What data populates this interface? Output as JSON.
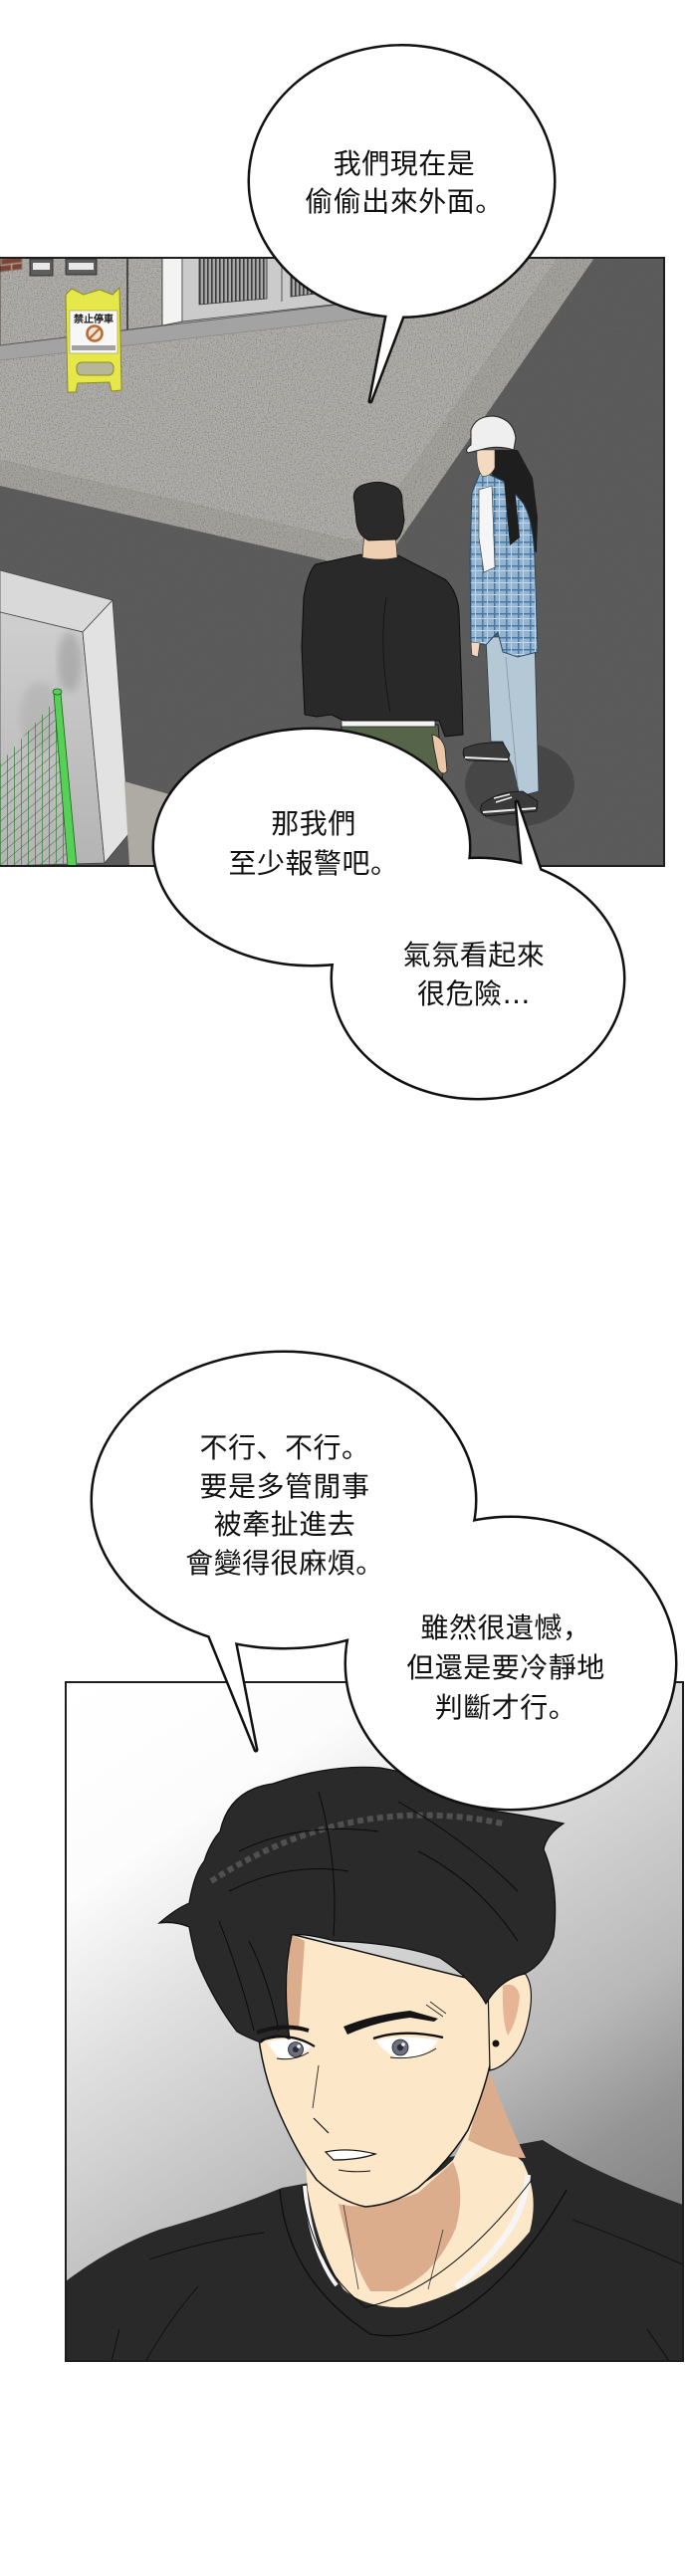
{
  "page": {
    "background": "#ffffff"
  },
  "colors": {
    "ink": "#111111",
    "bubble_fill": "#ffffff",
    "asphalt": "#5a5a5a",
    "sidewalk": "#b1afaa",
    "curb": "#a6a49e",
    "brick": "#7a4536",
    "sign_yellow": "#e5e74b",
    "fence_green": "#55d155",
    "concrete_block": "#c6c6c6",
    "plaid_blue": "#93b3cf",
    "jeans_blue": "#b5c8d6",
    "cap_white": "#efefef",
    "hair_black": "#2a2a2a",
    "sweatshirt_black": "#292929",
    "pants_olive": "#56644a",
    "skin": "#fde7c9",
    "skin_shadow": "#dcad8c",
    "iris_gray": "#6b6f80",
    "panel_border": "#1e1e1e"
  },
  "street_panel": {
    "sign": {
      "text": "禁止停車"
    }
  },
  "bubbles": [
    {
      "lines": [
        "我們現在是",
        "偷偷出來外面。"
      ]
    },
    {
      "lines": [
        "那我們",
        "至少報警吧。"
      ]
    },
    {
      "lines": [
        "氣氛看起來",
        "很危險…"
      ]
    },
    {
      "lines": [
        "不行、不行。",
        "要是多管閒事",
        "被牽扯進去",
        "會變得很麻煩。"
      ]
    },
    {
      "lines": [
        "雖然很遺憾，",
        "但還是要冷靜地",
        "判斷才行。"
      ]
    }
  ]
}
